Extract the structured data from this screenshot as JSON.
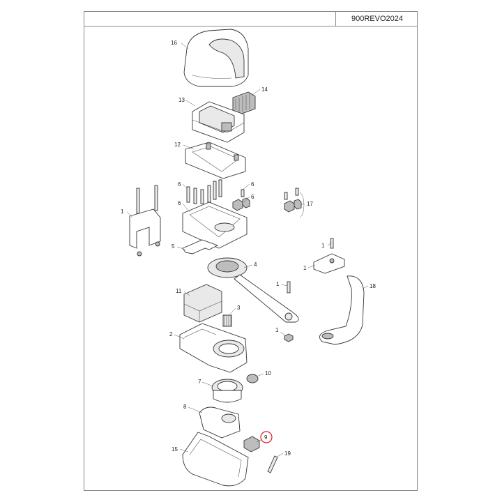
{
  "drawing": {
    "code": "900REVO2024",
    "highlighted_part": "9"
  },
  "parts": {
    "p16": "16",
    "p14": "14",
    "p13": "13",
    "p12": "12",
    "p6a": "6",
    "p6b": "6",
    "p6c": "6",
    "p6d": "6",
    "p17": "17",
    "p1a": "1",
    "p1b": "1",
    "p1c": "1",
    "p1d": "1",
    "p1e": "1",
    "p5": "5",
    "p4": "4",
    "p11": "11",
    "p3": "3",
    "p18": "18",
    "p2": "2",
    "p10": "10",
    "p7": "7",
    "p8": "8",
    "p9": "9",
    "p15": "15",
    "p19": "19"
  },
  "colors": {
    "highlight": "#e0161b",
    "line": "#333333"
  }
}
